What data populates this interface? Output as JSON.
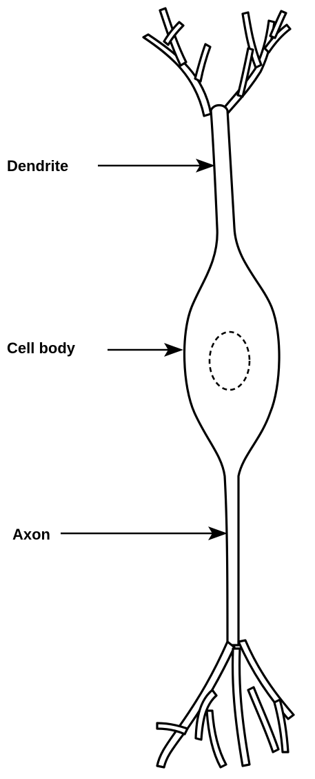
{
  "labels": {
    "dendrite": "Dendrite",
    "cell_body": "Cell body",
    "axon": "Axon"
  }
}
